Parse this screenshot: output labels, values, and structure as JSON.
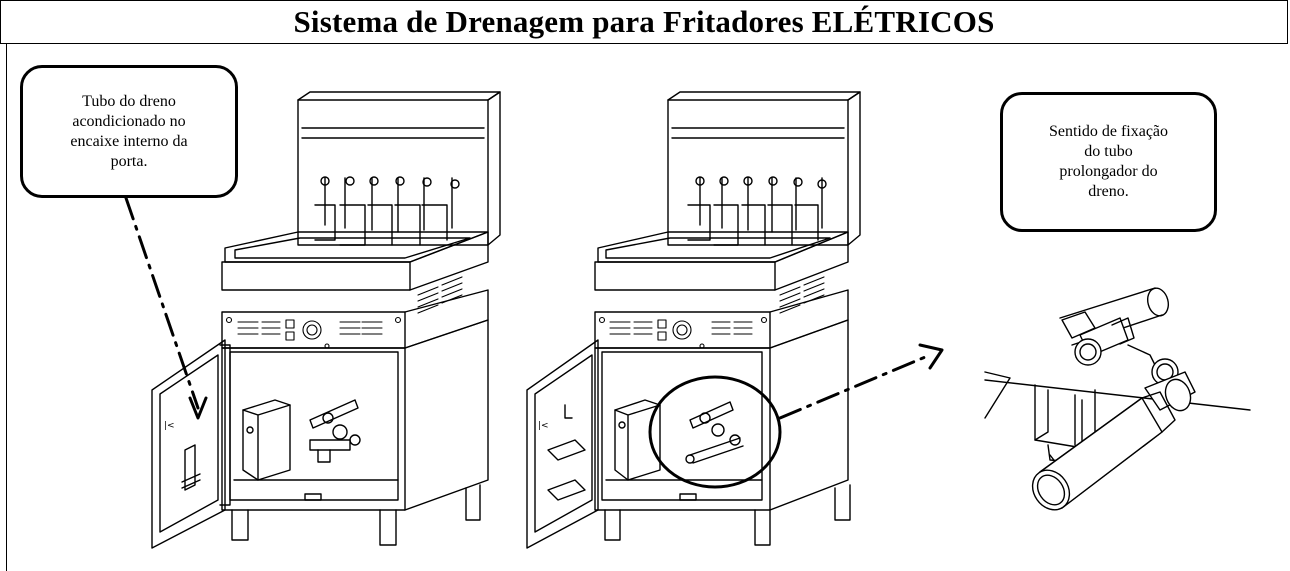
{
  "title": "Sistema de Drenagem para Fritadores ELÉTRICOS",
  "callouts": {
    "left": "Tubo do dreno\nacondicionado no\nencaixe interno da\nporta.",
    "right": "Sentido de fixação\ndo tubo\nprolongador do\ndreno."
  },
  "colors": {
    "line": "#000000",
    "background": "#ffffff"
  }
}
